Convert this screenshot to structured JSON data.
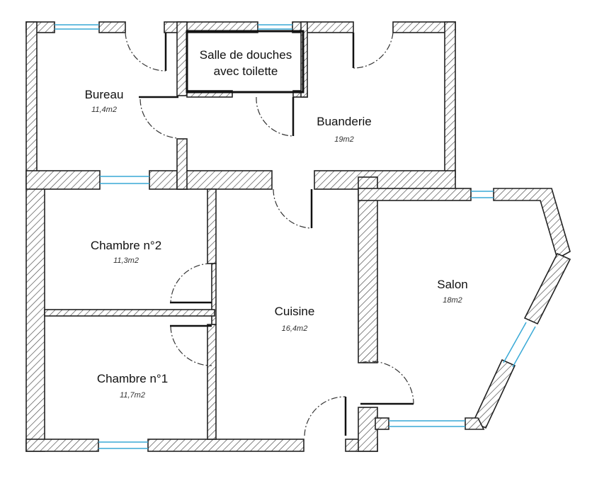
{
  "rooms": {
    "bureau": {
      "name": "Bureau",
      "area": "11,4m2"
    },
    "douches": {
      "line1": "Salle de douches",
      "line2": "avec toilette"
    },
    "buanderie": {
      "name": "Buanderie",
      "area": "19m2"
    },
    "chambre2": {
      "name": "Chambre n°2",
      "area": "11,3m2"
    },
    "cuisine": {
      "name": "Cuisine",
      "area": "16,4m2"
    },
    "salon": {
      "name": "Salon",
      "area": "18m2"
    },
    "chambre1": {
      "name": "Chambre n°1",
      "area": "11,7m2"
    }
  },
  "colors": {
    "wall_stroke": "#222222",
    "window": "#39a9d6",
    "hatch": "#444444"
  }
}
